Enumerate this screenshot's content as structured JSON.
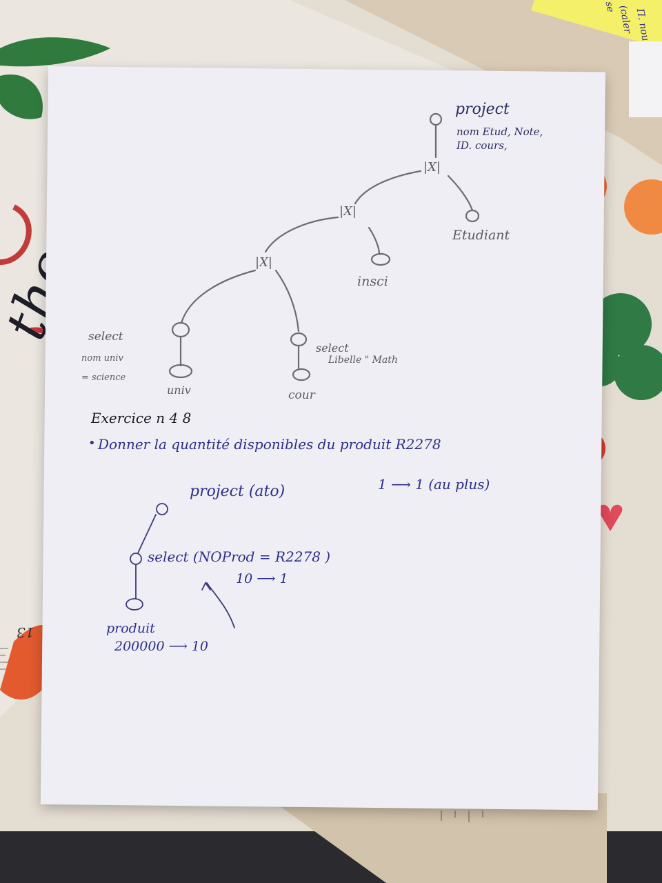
{
  "sticky_note": {
    "lines": [
      "se",
      "(caler",
      "Π. nou"
    ]
  },
  "page_number": "13",
  "ruler_mark": "0",
  "background_lettering": "the",
  "tree1": {
    "projection_label": "project",
    "projection_attrs_line1": "nom Etud, Note,",
    "projection_attrs_line2": "ID. cours,",
    "join_symbol": "|X|",
    "relation_etudiant": "Etudiant",
    "relation_insci": "insci",
    "relation_univ": "univ",
    "relation_cour": "cour",
    "select_left_label": "select",
    "select_left_cond_1": "nom univ",
    "select_left_cond_2": "= science",
    "select_right_label": "select",
    "select_right_cond": "Libelle \" Math"
  },
  "exercise": {
    "title": "Exercice n 4 8",
    "statement": "Donner la quantité disponibles du produit R2278"
  },
  "tree2": {
    "projection": "project (ato)",
    "projection_card": "1 ⟶ 1 (au plus)",
    "selection": "select (NOProd = R2278 )",
    "selection_card": "10 ⟶ 1",
    "relation": "produit",
    "relation_card": "200000 ⟶ 10"
  }
}
